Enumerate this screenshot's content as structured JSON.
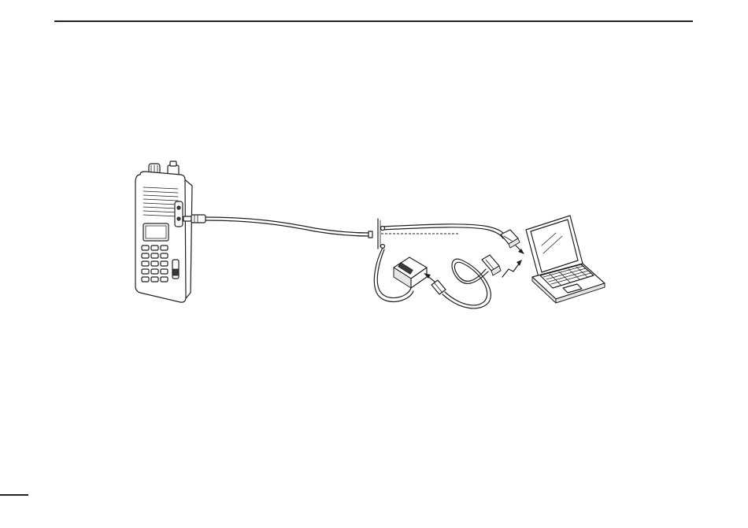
{
  "page": {
    "footer_rule": true
  },
  "diagram": {
    "components": [
      {
        "name": "handheld-transceiver",
        "icon": "radio-icon"
      },
      {
        "name": "cloning-cable",
        "icon": "cable-icon"
      },
      {
        "name": "usb-serial-adapter",
        "icon": "adapter-icon"
      },
      {
        "name": "serial-connector",
        "icon": "db9-connector-icon"
      },
      {
        "name": "usb-connector",
        "icon": "usb-plug-icon"
      },
      {
        "name": "laptop-computer",
        "icon": "laptop-icon"
      }
    ]
  }
}
